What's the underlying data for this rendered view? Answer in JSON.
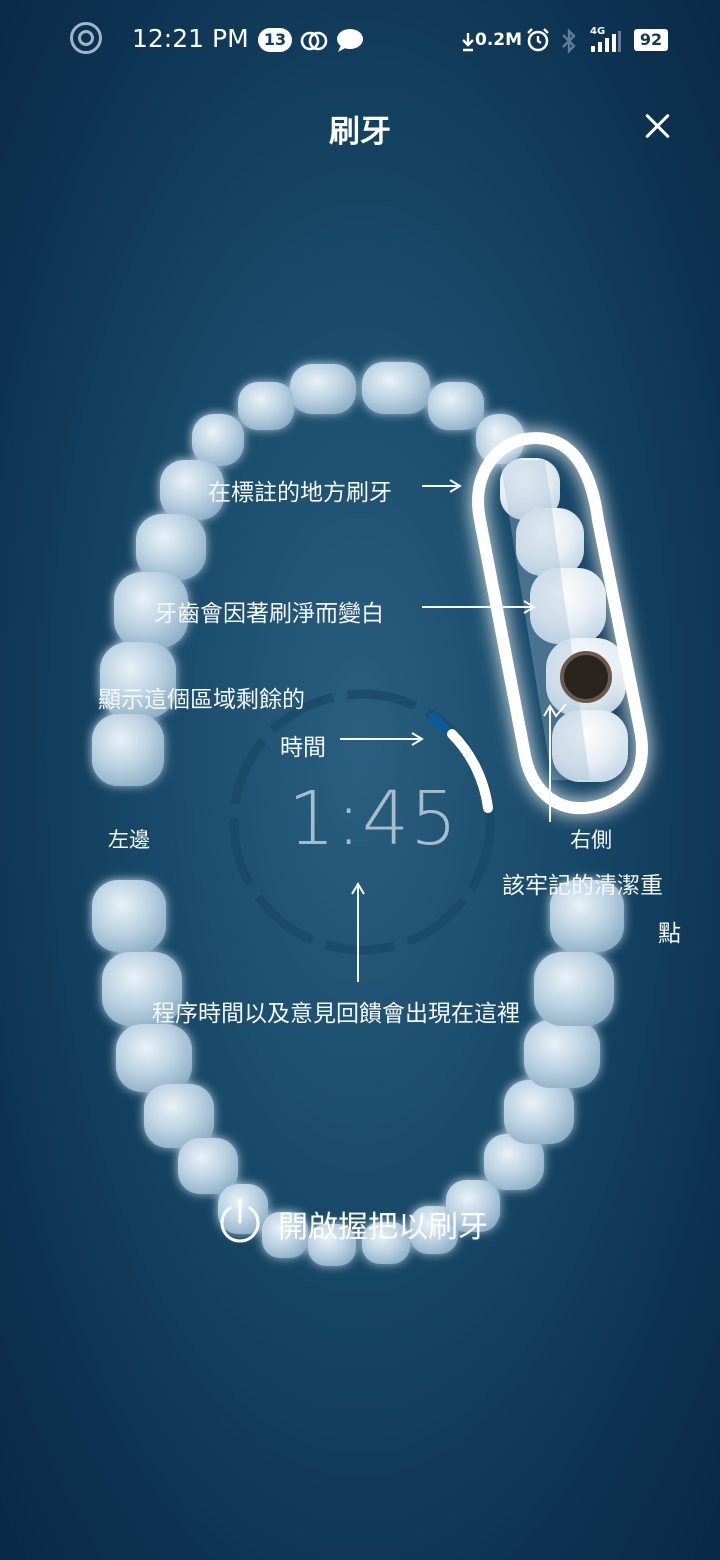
{
  "status_bar": {
    "time": "12:21 PM",
    "notification_count": "13",
    "net_speed": "0.2M",
    "network_type": "4G",
    "battery_level": "92",
    "icons": [
      "circle-ring-icon",
      "link-icon",
      "chat-bubble-icon",
      "download-arrow-icon",
      "alarm-icon",
      "bluetooth-icon",
      "signal-icon",
      "battery-icon"
    ]
  },
  "header": {
    "title": "刷牙",
    "close_icon": "close-icon"
  },
  "guide": {
    "brush_marked_area": "在標註的地方刷牙",
    "teeth_turn_white": "牙齒會因著刷淨而變白",
    "remaining_time_line1": "顯示這個區域剩餘的",
    "remaining_time_line2": "時間",
    "left_side": "左邊",
    "right_side": "右側",
    "focus_line1": "該牢記的清潔重",
    "focus_line2": "點",
    "feedback_here": "程序時間以及意見回饋會出現在這裡"
  },
  "timer": {
    "display": "1:45"
  },
  "action": {
    "power_label": "開啟握把以刷牙",
    "power_icon": "power-icon"
  },
  "colors": {
    "background_center": "#2a5f80",
    "background_edge": "#0a2a46",
    "tooth": "#bcd2e2",
    "highlight_ring": "#ffffff",
    "timer_progress": "#ffffff",
    "timer_track": "#1a4867",
    "timer_accent": "#0b5a9a"
  }
}
